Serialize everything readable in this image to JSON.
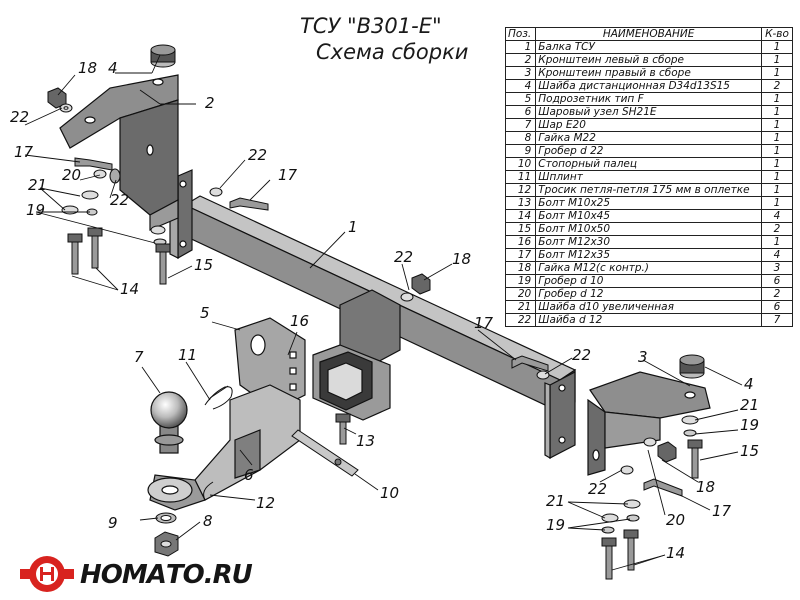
{
  "title": "ТСУ \"B301-E\"",
  "subtitle": "Схема сборки",
  "table": {
    "headers": {
      "pos": "Поз.",
      "name": "НАИМЕНОВАНИЕ",
      "qty": "К-во"
    },
    "rows": [
      {
        "pos": "1",
        "name": "Балка ТСУ",
        "qty": "1"
      },
      {
        "pos": "2",
        "name": "Кронштеин левый в сборе",
        "qty": "1"
      },
      {
        "pos": "3",
        "name": "Кронштеин правый в сборе",
        "qty": "1"
      },
      {
        "pos": "4",
        "name": "Шайба дистанционная D34d13S15",
        "qty": "2"
      },
      {
        "pos": "5",
        "name": "Подрозетник тип F",
        "qty": "1"
      },
      {
        "pos": "6",
        "name": "Шаровый узел SH21E",
        "qty": "1"
      },
      {
        "pos": "7",
        "name": "Шар E20",
        "qty": "1"
      },
      {
        "pos": "8",
        "name": "Гайка М22",
        "qty": "1"
      },
      {
        "pos": "9",
        "name": "Гробер d 22",
        "qty": "1"
      },
      {
        "pos": "10",
        "name": "Стопорный палец",
        "qty": "1"
      },
      {
        "pos": "11",
        "name": "Шплинт",
        "qty": "1"
      },
      {
        "pos": "12",
        "name": "Тросик петля-петля 175 мм в оплетке",
        "qty": "1"
      },
      {
        "pos": "13",
        "name": "Болт М10х25",
        "qty": "1"
      },
      {
        "pos": "14",
        "name": "Болт М10х45",
        "qty": "4"
      },
      {
        "pos": "15",
        "name": "Болт М10х50",
        "qty": "2"
      },
      {
        "pos": "16",
        "name": "Болт М12х30",
        "qty": "1"
      },
      {
        "pos": "17",
        "name": "Болт М12х35",
        "qty": "4"
      },
      {
        "pos": "18",
        "name": "Гайка М12(с контр.)",
        "qty": "3"
      },
      {
        "pos": "19",
        "name": "Гробер d 10",
        "qty": "6"
      },
      {
        "pos": "20",
        "name": "Гробер d 12",
        "qty": "2"
      },
      {
        "pos": "21",
        "name": "Шайба d10 увеличенная",
        "qty": "6"
      },
      {
        "pos": "22",
        "name": "Шайба d 12",
        "qty": "7"
      }
    ]
  },
  "callouts": [
    {
      "id": "c4a",
      "text": "4"
    },
    {
      "id": "c18a",
      "text": "18"
    },
    {
      "id": "c2",
      "text": "2"
    },
    {
      "id": "c22a",
      "text": "22"
    },
    {
      "id": "c17a",
      "text": "17"
    },
    {
      "id": "c20a",
      "text": "20"
    },
    {
      "id": "c21a",
      "text": "21"
    },
    {
      "id": "c22b",
      "text": "22"
    },
    {
      "id": "c19a",
      "text": "19"
    },
    {
      "id": "c14a",
      "text": "14"
    },
    {
      "id": "c15a",
      "text": "15"
    },
    {
      "id": "c22c",
      "text": "22"
    },
    {
      "id": "c17b",
      "text": "17"
    },
    {
      "id": "c1",
      "text": "1"
    },
    {
      "id": "c22d",
      "text": "22"
    },
    {
      "id": "c18b",
      "text": "18"
    },
    {
      "id": "c5",
      "text": "5"
    },
    {
      "id": "c16",
      "text": "16"
    },
    {
      "id": "c7",
      "text": "7"
    },
    {
      "id": "c11",
      "text": "11"
    },
    {
      "id": "c17c",
      "text": "17"
    },
    {
      "id": "c22e",
      "text": "22"
    },
    {
      "id": "c3",
      "text": "3"
    },
    {
      "id": "c4b",
      "text": "4"
    },
    {
      "id": "c21b",
      "text": "21"
    },
    {
      "id": "c19b",
      "text": "19"
    },
    {
      "id": "c15b",
      "text": "15"
    },
    {
      "id": "c13",
      "text": "13"
    },
    {
      "id": "c6",
      "text": "6"
    },
    {
      "id": "c12",
      "text": "12"
    },
    {
      "id": "c10",
      "text": "10"
    },
    {
      "id": "c22f",
      "text": "22"
    },
    {
      "id": "c18c",
      "text": "18"
    },
    {
      "id": "c17d",
      "text": "17"
    },
    {
      "id": "c9",
      "text": "9"
    },
    {
      "id": "c8",
      "text": "8"
    },
    {
      "id": "c21c",
      "text": "21"
    },
    {
      "id": "c20b",
      "text": "20"
    },
    {
      "id": "c19c",
      "text": "19"
    },
    {
      "id": "c14b",
      "text": "14"
    }
  ],
  "logo": {
    "text": "НОМАТО.RU"
  },
  "colors": {
    "metal_dark": "#5a5a5a",
    "metal_mid": "#8e8e8e",
    "metal_light": "#c9c9c9",
    "line": "#111111",
    "logo_red": "#d8231f"
  }
}
